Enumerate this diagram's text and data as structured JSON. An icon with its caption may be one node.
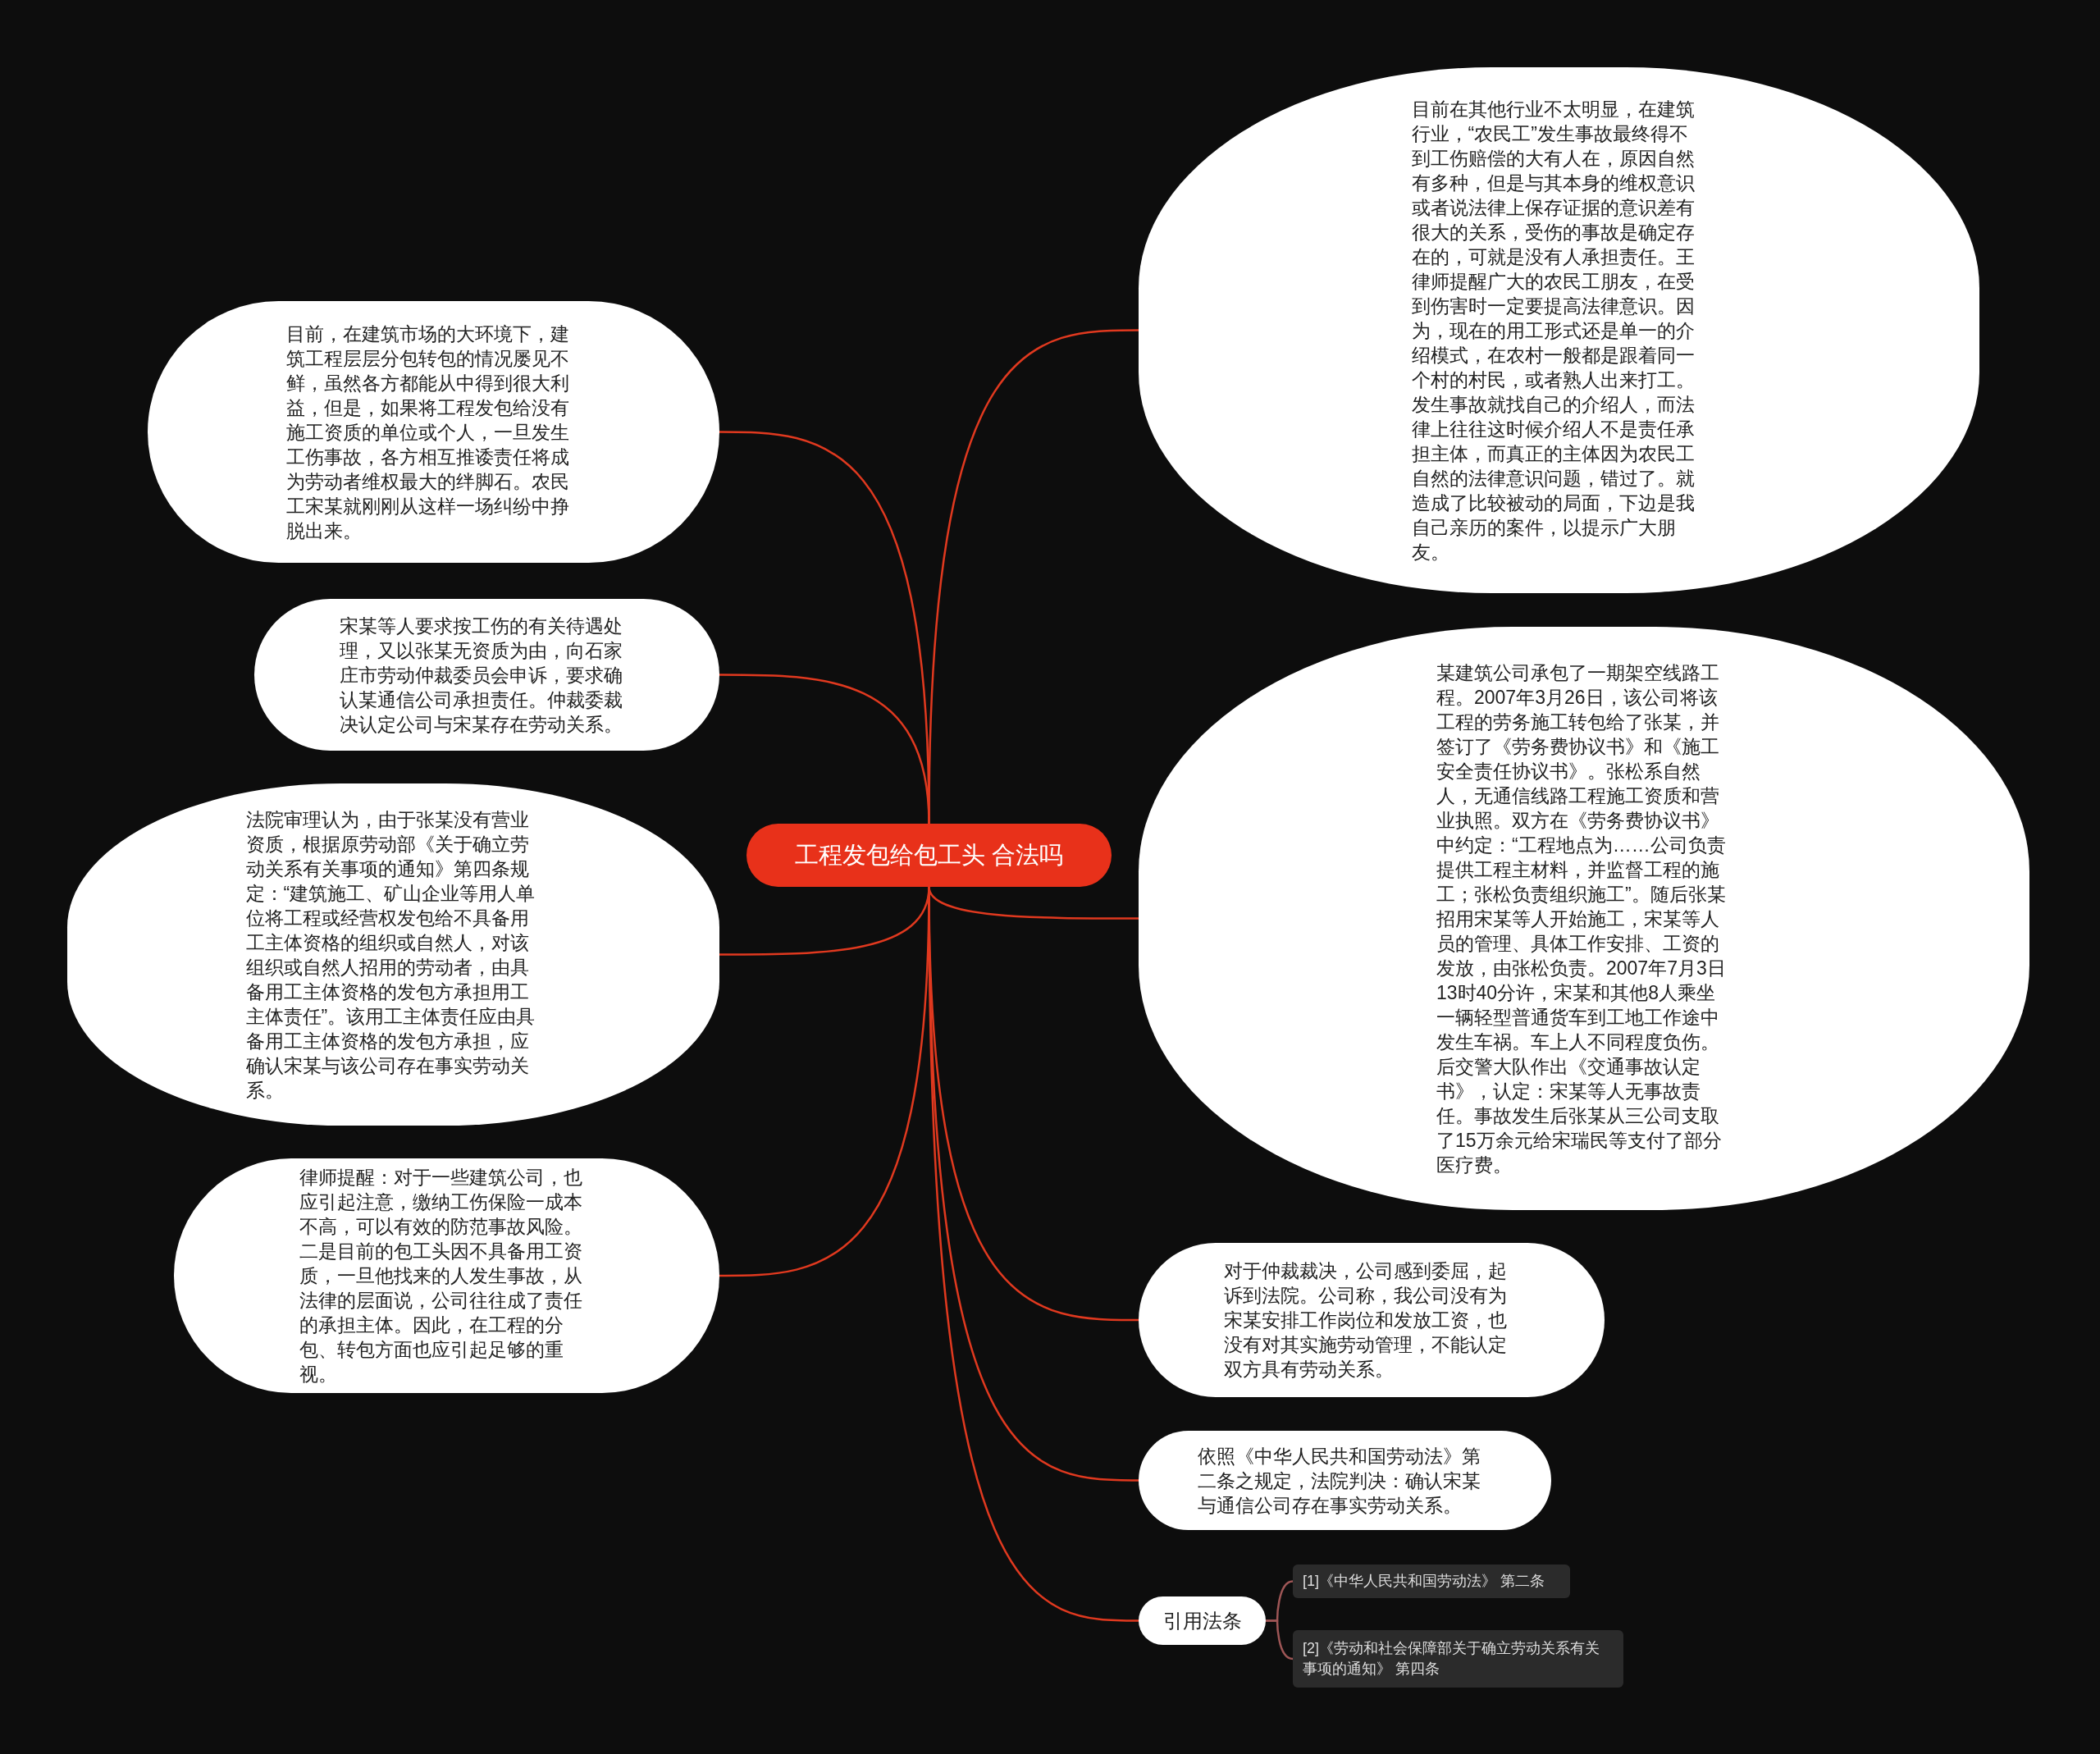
{
  "diagram": {
    "nodes": [
      {
        "text": [
          "工程发包给包工头 合法吗"
        ]
      },
      {
        "text": [
          "目前在其他行业不太明显，在建筑行业，“农民工”发生事故最终得不到工伤赔偿的大有人在，原因自然有多种，但是与其本身的维权意识或者说法律上保存证据的意识差有很大的关系，受伤的事故是确定存在的，可就是没有人承担责任。王律师提醒广大的农民工朋友，在受到伤害时一定要提高法律意识。因为，现在的用工形式还是单一的介绍模式，在农村一般都是跟着同一个村的村民，或者熟人出来打工。发生事故就找自己的介绍人，而法律上往往这时候介绍人不是责任承担主体，而真正的主体因为农民工自然的法律意识问题，错过了。就造成了比较被动的局面，下边是我自己亲历的案件，以提示广大朋友。"
        ]
      },
      {
        "text": [
          "目前，在建筑市场的大环境下，建筑工程层层分包转包的情况屡见不鲜，虽然各方都能从中得到很大利益，但是，如果将工程发包给没有施工资质的单位或个人，一旦发生工伤事故，各方相互推诿责任将成为劳动者维权最大的绊脚石。农民工宋某就刚刚从这样一场纠纷中挣脱出来。"
        ]
      },
      {
        "text": [
          "宋某等人要求按工伤的有关待遇处理，又以张某无资质为由，向石家庄市劳动仲裁委员会申诉，要求确认某通信公司承担责任。仲裁委裁决认定公司与宋某存在劳动关系。"
        ]
      },
      {
        "text": [
          "某建筑公司承包了一期架空线路工程。2007年3月26日，该公司将该工程的劳务施工转包给了张某，并签订了《劳务费协议书》和《施工安全责任协议书》。张松系自然人，无通信线路工程施工资质和营业执照。双方在《劳务费协议书》中约定：“工程地点为……公司负责提供工程主材料，并监督工程的施工；张松负责组织施工”。随后张某招用宋某等人开始施工，宋某等人员的管理、具体工作安排、工资的发放，由张松负责。2007年7月3日13时40分许，宋某和其他8人乘坐一辆轻型普通货车到工地工作途中发生车祸。车上人不同程度负伤。后交警大队作出《交通事故认定书》，认定：宋某等人无事故责任。事故发生后张某从三公司支取了15万余元给宋瑞民等支付了部分医疗费。"
        ]
      },
      {
        "text": [
          "法院审理认为，由于张某没有营业资质，根据原劳动部《关于确立劳动关系有关事项的通知》第四条规定：“建筑施工、矿山企业等用人单位将工程或经营权发包给不具备用工主体资格的组织或自然人，对该组织或自然人招用的劳动者，由具备用工主体资格的发包方承担用工主体责任”。该用工主体责任应由具备用工主体资格的发包方承担，应确认宋某与该公司存在事实劳动关系。"
        ]
      },
      {
        "text": [
          "律师提醒：对于一些建筑公司，也应引起注意，缴纳工伤保险一成本不高，可以有效的防范事故风险。二是目前的包工头因不具备用工资质，一旦他找来的人发生事故，从法律的层面说，公司往往成了责任的承担主体。因此，在工程的分包、转包方面也应引起足够的重视。"
        ]
      },
      {
        "text": [
          "对于仲裁裁决，公司感到委屈，起诉到法院。公司称，我公司没有为宋某安排工作岗位和发放工资，也没有对其实施劳动管理，不能认定双方具有劳动关系。"
        ]
      },
      {
        "text": [
          "依照《中华人民共和国劳动法》第二条之规定，法院判决：确认宋某与通信公司存在事实劳动关系。"
        ]
      },
      {
        "text": [
          "引用法条"
        ]
      },
      {
        "text": [
          "[1]《中华人民共和国劳动法》 第二条"
        ]
      },
      {
        "text": [
          "[2]《劳动和社会保障部关于确立劳动关系有关事项的通知》 第四条"
        ]
      }
    ],
    "edges": [
      {
        "from": 0,
        "to": 1,
        "arrow": "none"
      },
      {
        "from": 0,
        "to": 2,
        "arrow": "none"
      },
      {
        "from": 0,
        "to": 3,
        "arrow": "none"
      },
      {
        "from": 0,
        "to": 4,
        "arrow": "none"
      },
      {
        "from": 0,
        "to": 5,
        "arrow": "none"
      },
      {
        "from": 0,
        "to": 6,
        "arrow": "none"
      },
      {
        "from": 0,
        "to": 7,
        "arrow": "none"
      },
      {
        "from": 0,
        "to": 8,
        "arrow": "none"
      },
      {
        "from": 0,
        "to": 9,
        "arrow": "none"
      },
      {
        "from": 9,
        "to": 10,
        "arrow": "none",
        "color": "#9e5656"
      },
      {
        "from": 9,
        "to": 11,
        "arrow": "none",
        "color": "#9e5656"
      }
    ]
  }
}
